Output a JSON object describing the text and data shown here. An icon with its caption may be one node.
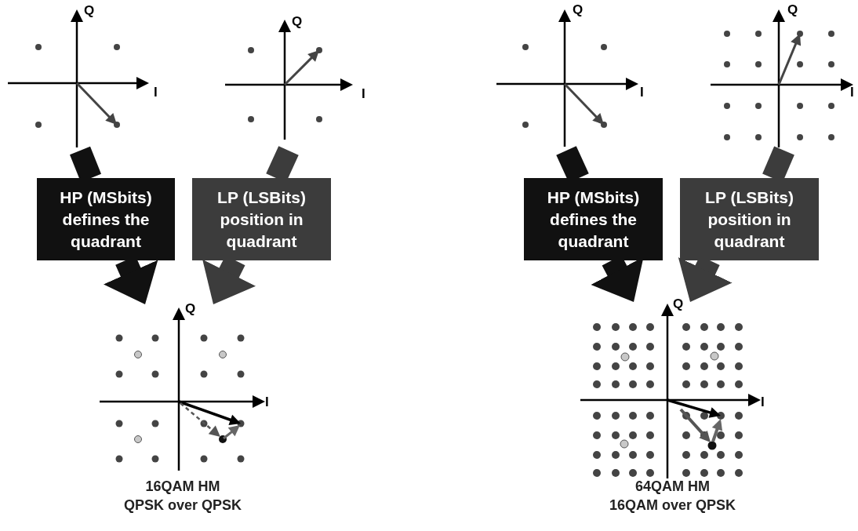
{
  "diagram": {
    "nodes": [
      {
        "text": [],
        "shape": "picture"
      },
      {
        "text": [],
        "shape": "picture"
      },
      {
        "text": [
          "HP (MSbits) defines the quadrant"
        ]
      },
      {
        "text": [
          "LP (LSBits) position in quadrant"
        ]
      },
      {
        "text": [],
        "shape": "picture",
        "beside": [
          "16QAM HM",
          "QPSK over QPSK"
        ]
      },
      {
        "text": [],
        "shape": "picture"
      },
      {
        "text": [],
        "shape": "picture"
      },
      {
        "text": [
          "HP (MSbits) defines the quadrant"
        ]
      },
      {
        "text": [
          "LP (LSBits) position in quadrant"
        ]
      },
      {
        "text": [],
        "shape": "picture",
        "beside": [
          "64QAM HM",
          "16QAM over QPSK"
        ]
      }
    ],
    "edges": [
      {
        "from": 0,
        "to": 2,
        "arrow": "none",
        "color": "#111111"
      },
      {
        "from": 2,
        "to": 4,
        "arrow": "to",
        "color": "#111111"
      },
      {
        "from": 1,
        "to": 3,
        "arrow": "none",
        "color": "#3c3c3c"
      },
      {
        "from": 3,
        "to": 4,
        "arrow": "to",
        "color": "#3c3c3c"
      },
      {
        "from": 5,
        "to": 7,
        "arrow": "none",
        "color": "#111111"
      },
      {
        "from": 7,
        "to": 9,
        "arrow": "to",
        "color": "#111111"
      },
      {
        "from": 6,
        "to": 8,
        "arrow": "none",
        "color": "#3c3c3c"
      },
      {
        "from": 8,
        "to": 9,
        "arrow": "to",
        "color": "#3c3c3c"
      }
    ],
    "labels": [
      "Q",
      "I",
      "Q",
      "I",
      "Q",
      "I",
      "Q",
      "I",
      "Q",
      "I",
      "Q",
      "I"
    ]
  }
}
